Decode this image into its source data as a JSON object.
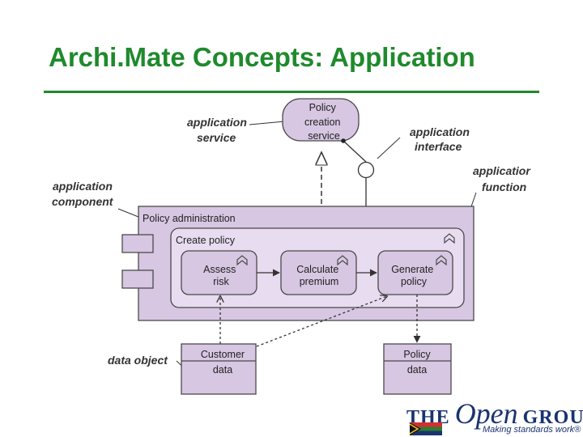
{
  "slide": {
    "title": "Archi.Mate Concepts: Application"
  },
  "diagram": {
    "callouts": {
      "application_service": [
        "application",
        "service"
      ],
      "application_interface": [
        "application",
        "interface"
      ],
      "application_component": [
        "application",
        "component"
      ],
      "application_function": [
        "applicatior",
        "function"
      ],
      "data_object": "data object"
    },
    "service": [
      "Policy",
      "creation",
      "service"
    ],
    "component_label": "Policy administration",
    "function_label": "Create policy",
    "subfunctions": [
      [
        "Assess",
        "risk"
      ],
      [
        "Calculate",
        "premium"
      ],
      [
        "Generate",
        "policy"
      ]
    ],
    "data_objects": [
      [
        "Customer",
        "data"
      ],
      [
        "Policy",
        "data"
      ]
    ],
    "colors": {
      "application_fill": "#d7c7e2",
      "inner_fill": "#e8dcf0",
      "stroke": "#4a4a4a",
      "title_green": "#1f8a2c"
    }
  },
  "logo": {
    "the": "THE",
    "open": "Open",
    "group": "GROUP",
    "tagline": "Making standards work®"
  }
}
